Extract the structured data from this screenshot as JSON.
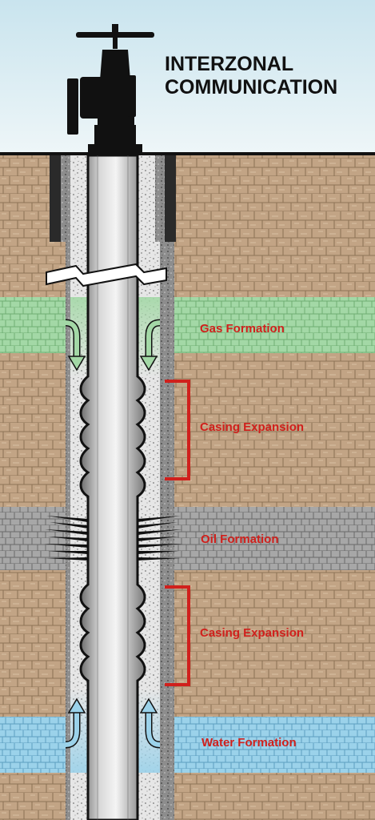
{
  "title": {
    "line1": "INTERZONAL",
    "line2": "COMMUNICATION"
  },
  "labels": {
    "gas": "Gas Formation",
    "casing_upper": "Casing Expansion",
    "oil": "Oil Formation",
    "casing_lower": "Casing Expansion",
    "water": "Water Formation"
  },
  "colors": {
    "sky": "#d6eaf0",
    "earth": "#c2a485",
    "gas_band": "#a3d8a6",
    "oil_band": "#a7a7a7",
    "water_band": "#9bd2ea",
    "label_red": "#d0201c",
    "casing_silver": "#bdbdbd",
    "cement": "#e6e6e6"
  }
}
